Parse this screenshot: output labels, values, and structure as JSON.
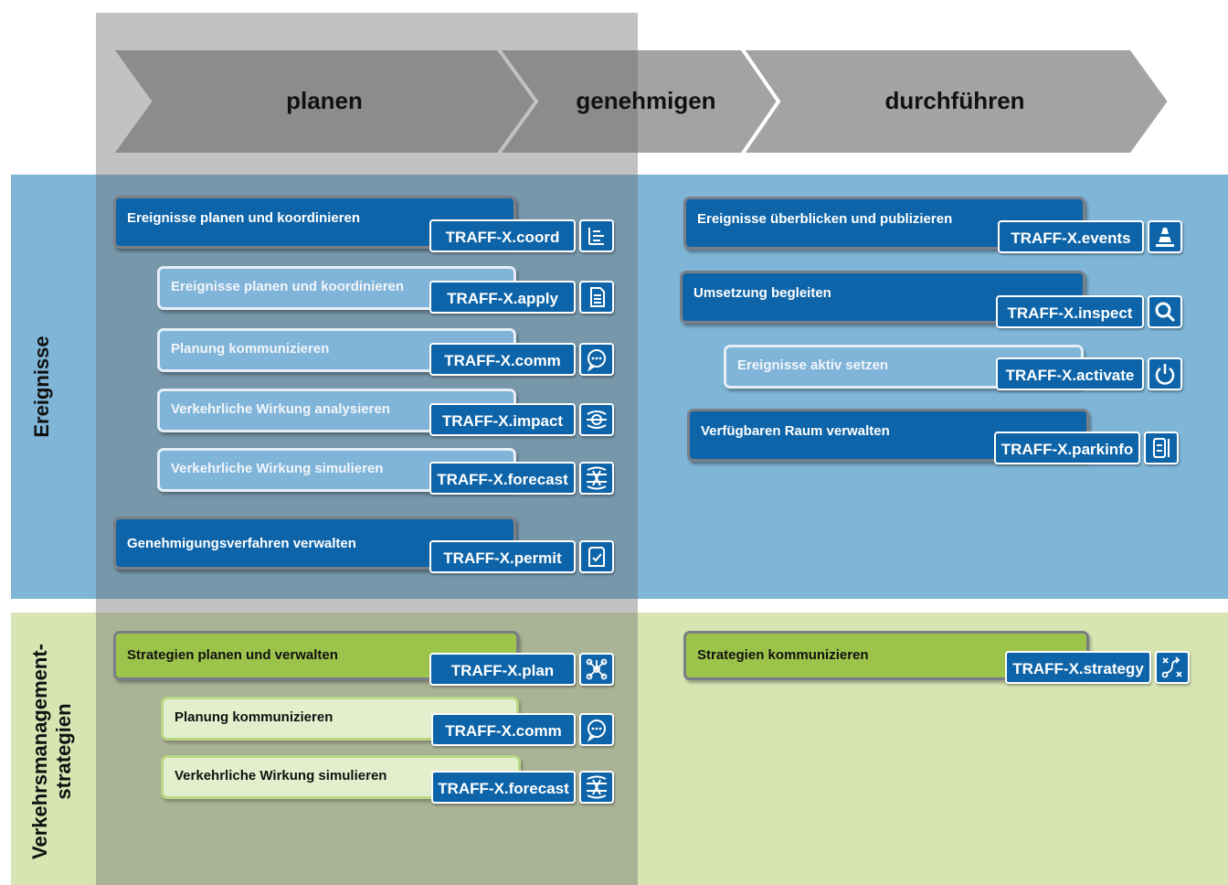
{
  "phases": [
    "planen",
    "genehmigen",
    "durchführen"
  ],
  "rows": {
    "events": "Ereignisse",
    "strategies_line1": "Verkehrsmanagement-",
    "strategies_line2": "strategien"
  },
  "events_left": [
    {
      "label": "Ereignisse planen und koordinieren",
      "service": "TRAFF-X.coord",
      "icon": "list-indent-icon"
    },
    {
      "label": "Ereignisse planen und koordinieren",
      "service": "TRAFF-X.apply",
      "icon": "document-icon"
    },
    {
      "label": "Planung kommunizieren",
      "service": "TRAFF-X.comm",
      "icon": "chat-bubble-icon"
    },
    {
      "label": "Verkehrliche Wirkung analysieren",
      "service": "TRAFF-X.impact",
      "icon": "traffic-impact-icon"
    },
    {
      "label": "Verkehrliche Wirkung simulieren",
      "service": "TRAFF-X.forecast",
      "icon": "traffic-forecast-icon"
    },
    {
      "label": "Genehmigungsverfahren verwalten",
      "service": "TRAFF-X.permit",
      "icon": "checklist-icon"
    }
  ],
  "events_right": [
    {
      "label": "Ereignisse überblicken und publizieren",
      "service": "TRAFF-X.events",
      "icon": "traffic-cone-icon"
    },
    {
      "label": "Umsetzung begleiten",
      "service": "TRAFF-X.inspect",
      "icon": "magnifier-icon"
    },
    {
      "label": "Ereignisse aktiv setzen",
      "service": "TRAFF-X.activate",
      "icon": "power-icon"
    },
    {
      "label": "Verfügbaren Raum verwalten",
      "service": "TRAFF-X.parkinfo",
      "icon": "parking-space-icon"
    }
  ],
  "strategies_left": [
    {
      "label": "Strategien planen und verwalten",
      "service": "TRAFF-X.plan",
      "icon": "network-icon"
    },
    {
      "label": "Planung kommunizieren",
      "service": "TRAFF-X.comm",
      "icon": "chat-bubble-icon"
    },
    {
      "label": "Verkehrliche Wirkung simulieren",
      "service": "TRAFF-X.forecast",
      "icon": "traffic-forecast-icon"
    }
  ],
  "strategies_right": [
    {
      "label": "Strategien kommunizieren",
      "service": "TRAFF-X.strategy",
      "icon": "route-icon"
    }
  ]
}
